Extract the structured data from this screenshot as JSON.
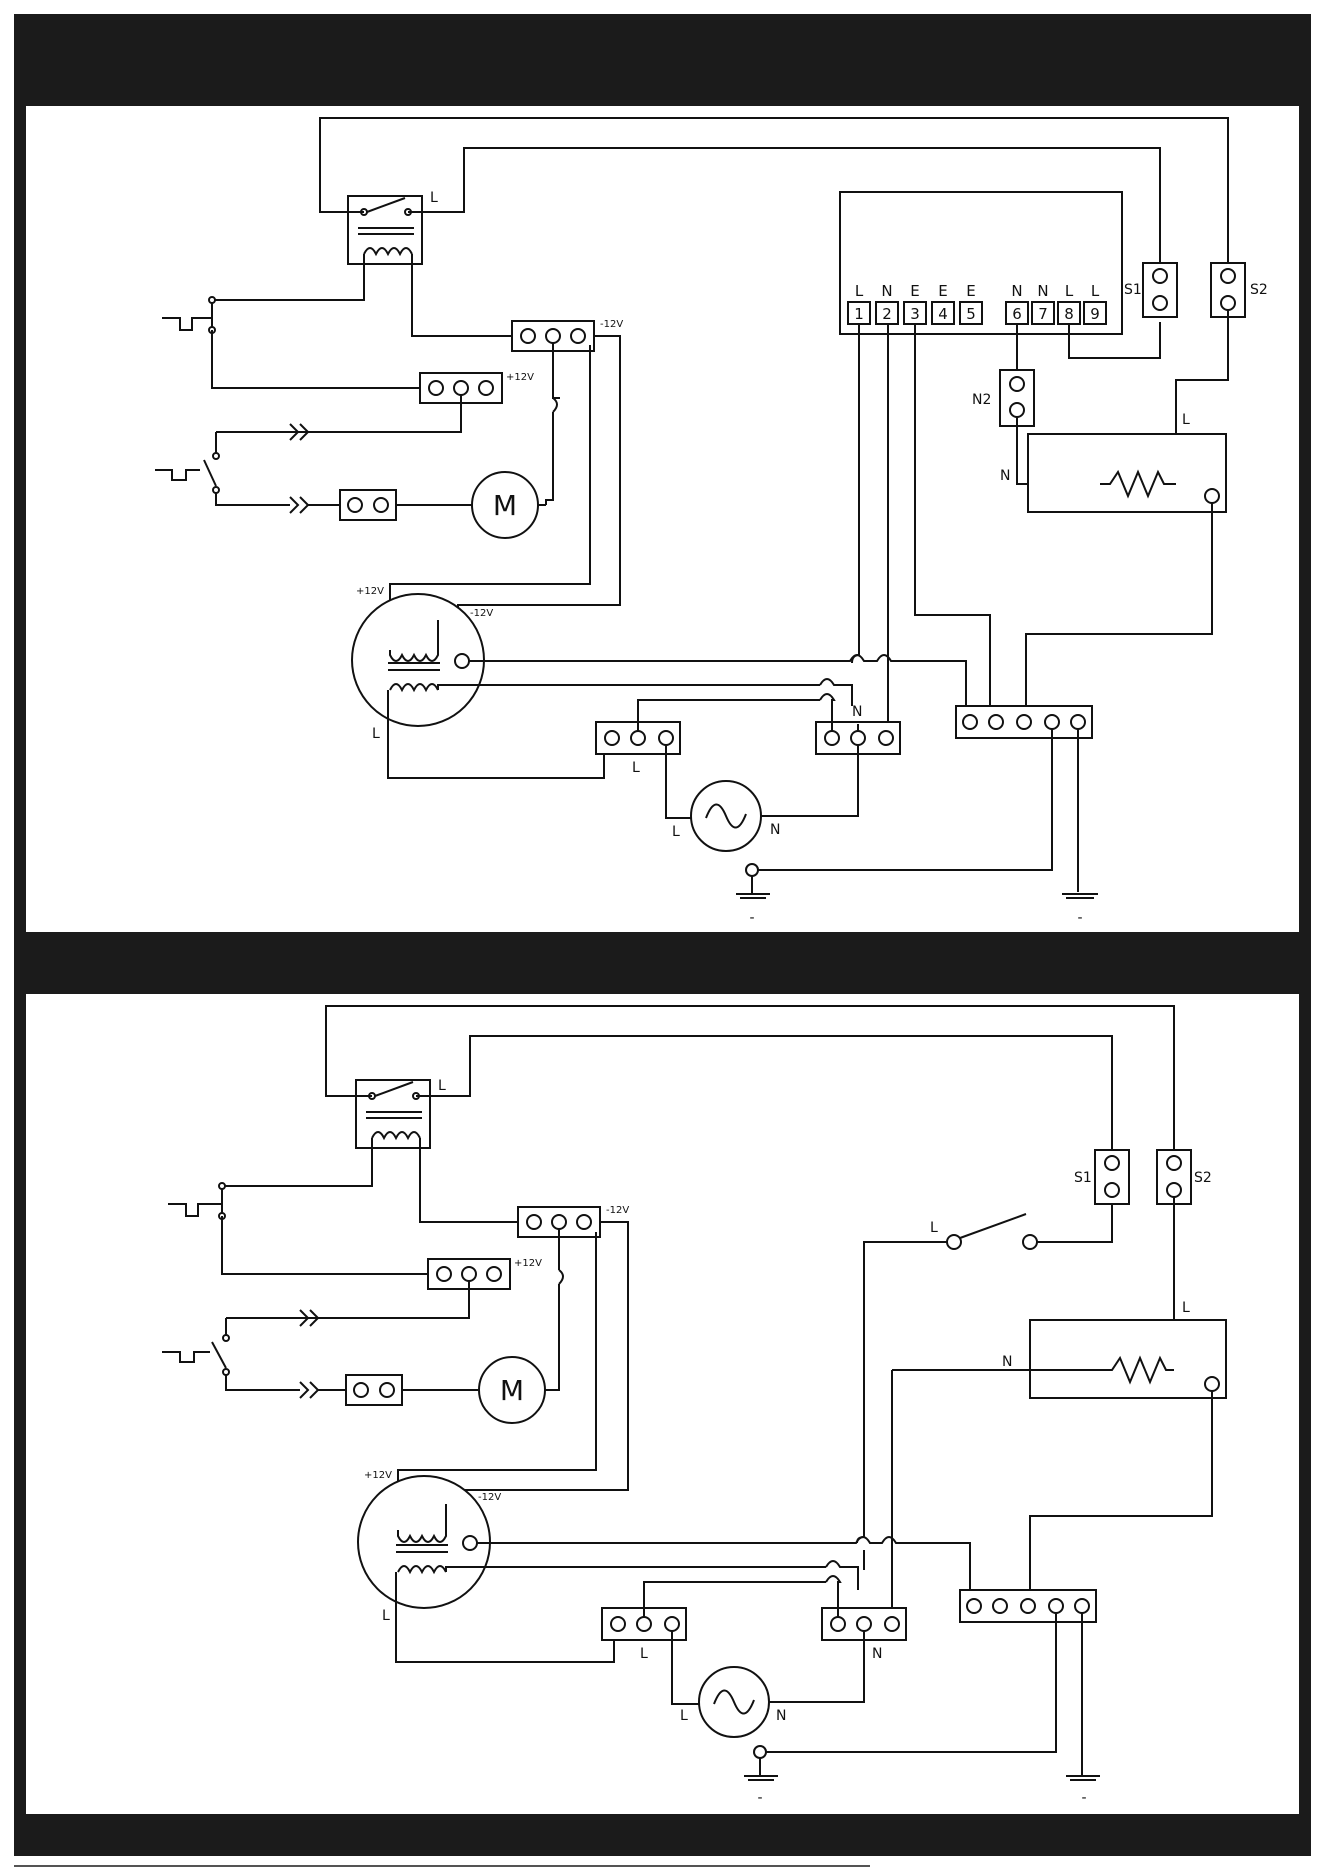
{
  "diagram_top": {
    "relay_contact_label": "L",
    "neg12_label": "-12V",
    "pos12_label": "+12V",
    "motor_label": "M",
    "transformer_pos12_label": "+12V",
    "transformer_neg12_label": "-12V",
    "transformer_L_label": "L",
    "controller_top_labels": [
      "L",
      "N",
      "E",
      "E",
      "E",
      "N",
      "N",
      "L",
      "L"
    ],
    "controller_numbers": [
      "1",
      "2",
      "3",
      "4",
      "5",
      "6",
      "7",
      "8",
      "9"
    ],
    "s1_label": "S1",
    "s2_label": "S2",
    "n2_label": "N2",
    "heater_L_label": "L",
    "heater_N_label": "N",
    "strip_L_label": "L",
    "strip_N_label": "N",
    "source_L_label": "L",
    "source_N_label": "N",
    "ground1_label": "-",
    "ground2_label": "-"
  },
  "diagram_bottom": {
    "relay_contact_label": "L",
    "neg12_label": "-12V",
    "pos12_label": "+12V",
    "motor_label": "M",
    "transformer_pos12_label": "+12V",
    "transformer_neg12_label": "-12V",
    "transformer_L_label": "L",
    "s1_label": "S1",
    "s2_label": "S2",
    "switch_L_label": "L",
    "heater_L_label": "L",
    "heater_N_label": "N",
    "strip_L_label": "L",
    "strip_N_label": "N",
    "source_L_label": "L",
    "source_N_label": "N",
    "ground1_label": "-",
    "ground2_label": "-"
  }
}
